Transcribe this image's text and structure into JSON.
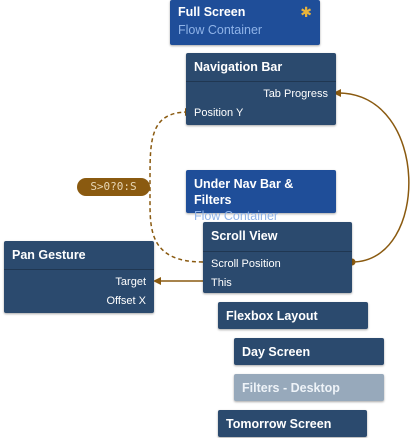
{
  "nodes": {
    "full_screen": {
      "title": "Full Screen",
      "subtitle": "Flow Container",
      "marker": "star-icon"
    },
    "navigation_bar": {
      "title": "Navigation Bar",
      "ports": [
        "Tab Progress",
        "Position Y"
      ]
    },
    "under_nav_bar": {
      "title": "Under Nav Bar & Filters",
      "subtitle": "Flow Container"
    },
    "scroll_view": {
      "title": "Scroll View",
      "ports": [
        "Scroll Position",
        "This"
      ]
    },
    "pan_gesture": {
      "title": "Pan Gesture",
      "ports": [
        "Target",
        "Offset X"
      ]
    },
    "flexbox_layout": {
      "title": "Flexbox Layout"
    },
    "day_screen": {
      "title": "Day Screen"
    },
    "filters_desktop": {
      "title": "Filters - Desktop"
    },
    "tomorrow_screen": {
      "title": "Tomorrow Screen"
    }
  },
  "expression_badge": "S>0?0:S",
  "colors": {
    "node_dark": "#2b4a6e",
    "node_blue": "#1f4e99",
    "node_disabled": "#97a9bb",
    "link": "#8a5a10",
    "subtitle": "#8fb3e8"
  }
}
